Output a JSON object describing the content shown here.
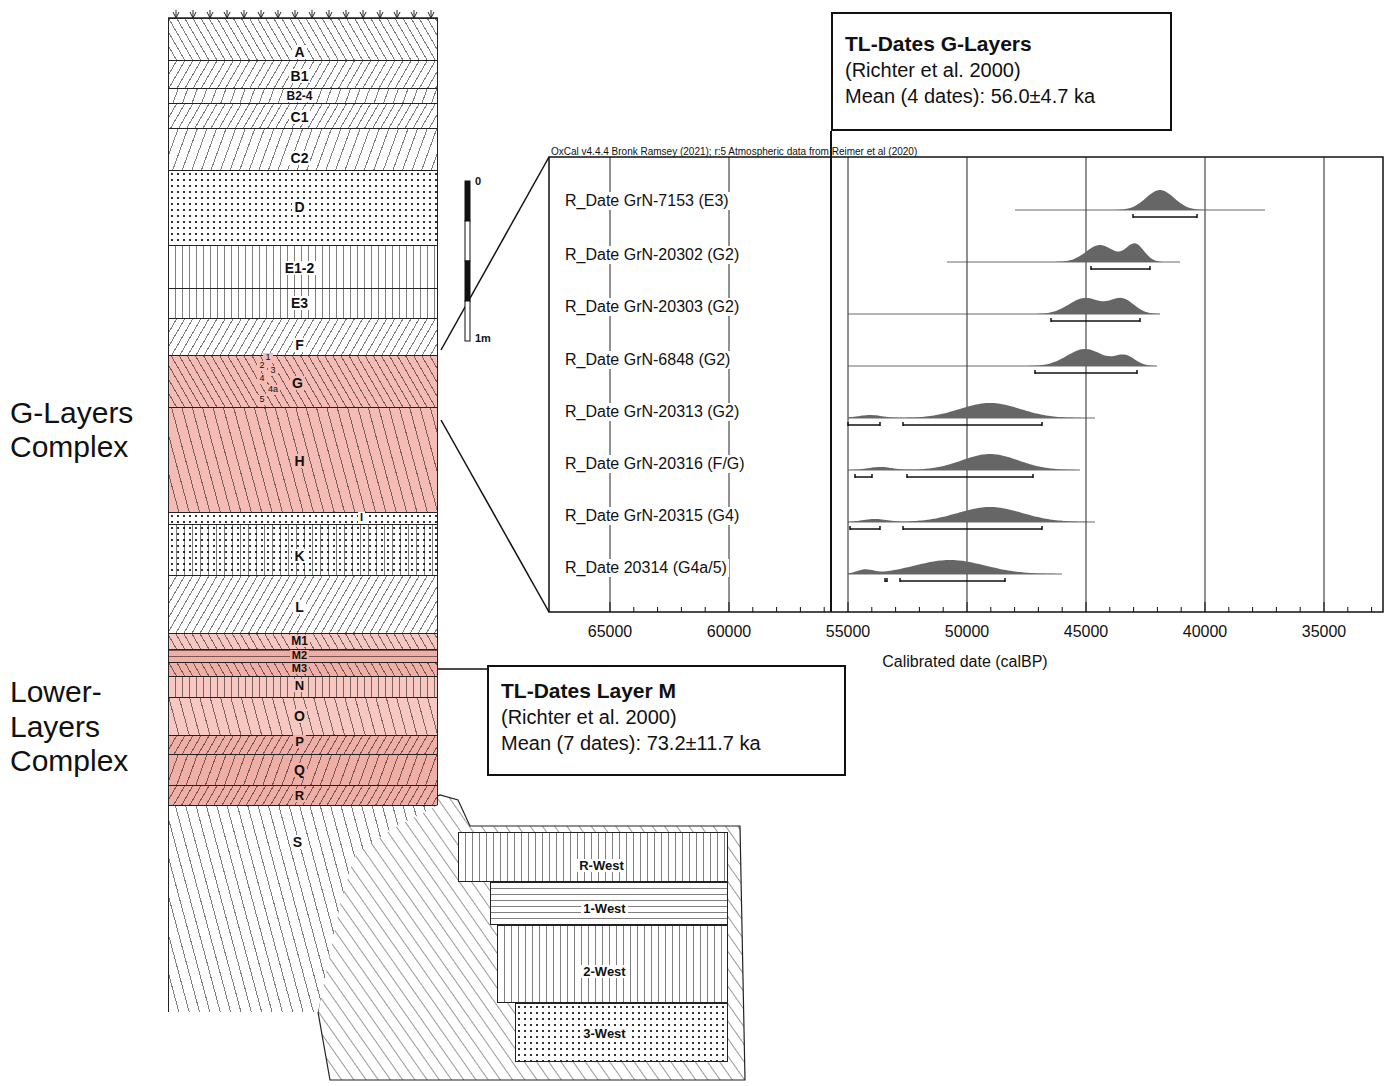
{
  "diagram": {
    "nodes": [
      {
        "text": [
          "TL-Dates G-Layers",
          "(Richter et al. 2000)",
          "Mean (4 dates): 56.0±4.7 ka"
        ]
      },
      {
        "text": [
          "A"
        ]
      },
      {
        "text": [
          "B1"
        ]
      },
      {
        "text": [
          "B2-4"
        ]
      },
      {
        "text": [
          "C1"
        ]
      },
      {
        "text": [
          "C2"
        ]
      },
      {
        "text": [
          "D"
        ]
      },
      {
        "text": [
          "E1-2"
        ]
      },
      {
        "text": [
          "E3"
        ]
      },
      {
        "text": [
          "F"
        ]
      },
      {
        "text": [
          "G"
        ]
      },
      {
        "text": [
          "H"
        ]
      },
      {
        "text": [
          "I"
        ]
      },
      {
        "text": [
          "K"
        ]
      },
      {
        "text": [
          "L"
        ]
      },
      {
        "text": [
          "M1"
        ]
      },
      {
        "text": [
          "M2"
        ]
      },
      {
        "text": [
          "M3"
        ]
      },
      {
        "text": [
          "N"
        ]
      },
      {
        "text": [
          "O"
        ]
      },
      {
        "text": [
          "P"
        ]
      },
      {
        "text": [
          "Q"
        ]
      },
      {
        "text": [
          "R"
        ]
      },
      {
        "text": [
          "S"
        ]
      },
      {
        "text": [
          "TL-Dates Layer M",
          "(Richter et al. 2000)",
          "Mean (7 dates): 73.2±11.7 ka"
        ]
      },
      {
        "text": [
          "R-West"
        ]
      },
      {
        "text": [
          "1-West"
        ]
      },
      {
        "text": [
          "2-West"
        ]
      },
      {
        "text": [
          "3-West"
        ]
      }
    ],
    "edges": [
      {
        "from": 17,
        "to": 24,
        "arrow": "none"
      }
    ],
    "labels": [
      "G-Layers Complex",
      "Lower-Layers Complex",
      "1",
      "2",
      "3",
      "4",
      "4a",
      "5",
      "0",
      "1m",
      "OxCal v4.4.4 Bronk Ramsey (2021); r:5 Atmospheric data from Reimer et al (2020)",
      "R_Date GrN-7153 (E3)",
      "R_Date GrN-20302 (G2)",
      "R_Date GrN-20303 (G2)",
      "R_Date GrN-6848 (G2)",
      "R_Date GrN-20313 (G2)",
      "R_Date GrN-20316 (F/G)",
      "R_Date GrN-20315 (G4)",
      "R_Date 20314 (G4a/5)",
      "65000",
      "60000",
      "55000",
      "50000",
      "45000",
      "40000",
      "35000",
      "Calibrated date (calBP)"
    ]
  }
}
